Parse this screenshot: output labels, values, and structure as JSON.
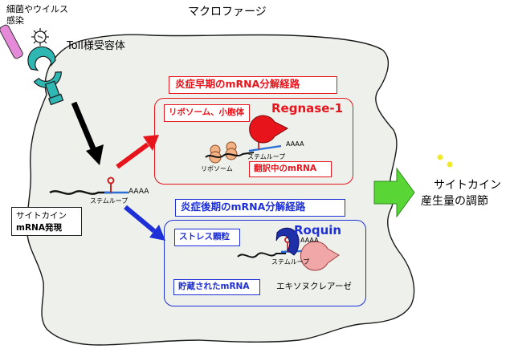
{
  "title": "マクロファージ",
  "infection_label": [
    "細菌やウイルス",
    "感染"
  ],
  "receptor_label": "Toll様受容体",
  "cytokine_mrna_label": [
    "サイトカイン",
    "mRNA発現"
  ],
  "stem_loop_label": "ステムループ",
  "polya_label": "AAAA",
  "early": {
    "title": "炎症早期のmRNA分解経路",
    "location": "リボソーム、小胞体",
    "protein": "Regnase-1",
    "ribosome_label": "リボソーム",
    "mrna_state": "翻訳中のmRNA"
  },
  "late": {
    "title": "炎症後期のmRNA分解経路",
    "location": "ストレス顆粒",
    "protein": "Roquin",
    "mrna_state": "貯蔵されたmRNA",
    "exonuclease": "エキソヌクレアーゼ"
  },
  "output_label": [
    "サイトカイン",
    "産生量の調節"
  ],
  "colors": {
    "cell_fill": "#eef0ec",
    "red": "#e8141b",
    "blue": "#1d2fd6",
    "receptor": "#2fb7b4",
    "bacterium": "#e58ad9",
    "output_arrow": "#59d635",
    "cytokine_dots": "#f1ea2a",
    "regnase": "#e8141b",
    "roquin": "#1e2fa8",
    "exonuclease": "#f1a7a7",
    "ribosome": "#f3b186"
  }
}
